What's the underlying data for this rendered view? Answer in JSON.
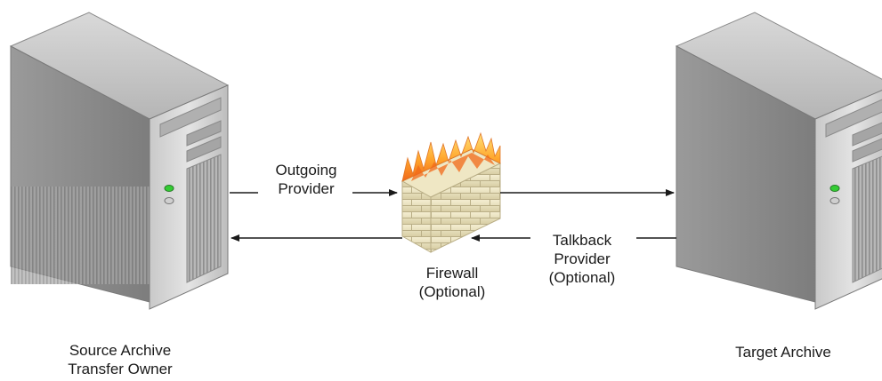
{
  "diagram": {
    "source_server": {
      "label_line1": "Source Archive",
      "label_line2": "Transfer Owner"
    },
    "target_server": {
      "label": "Target Archive"
    },
    "outgoing": {
      "line1": "Outgoing",
      "line2": "Provider"
    },
    "firewall": {
      "line1": "Firewall",
      "line2": "(Optional)"
    },
    "talkback": {
      "line1": "Talkback",
      "line2": "Provider",
      "line3": "(Optional)"
    }
  }
}
